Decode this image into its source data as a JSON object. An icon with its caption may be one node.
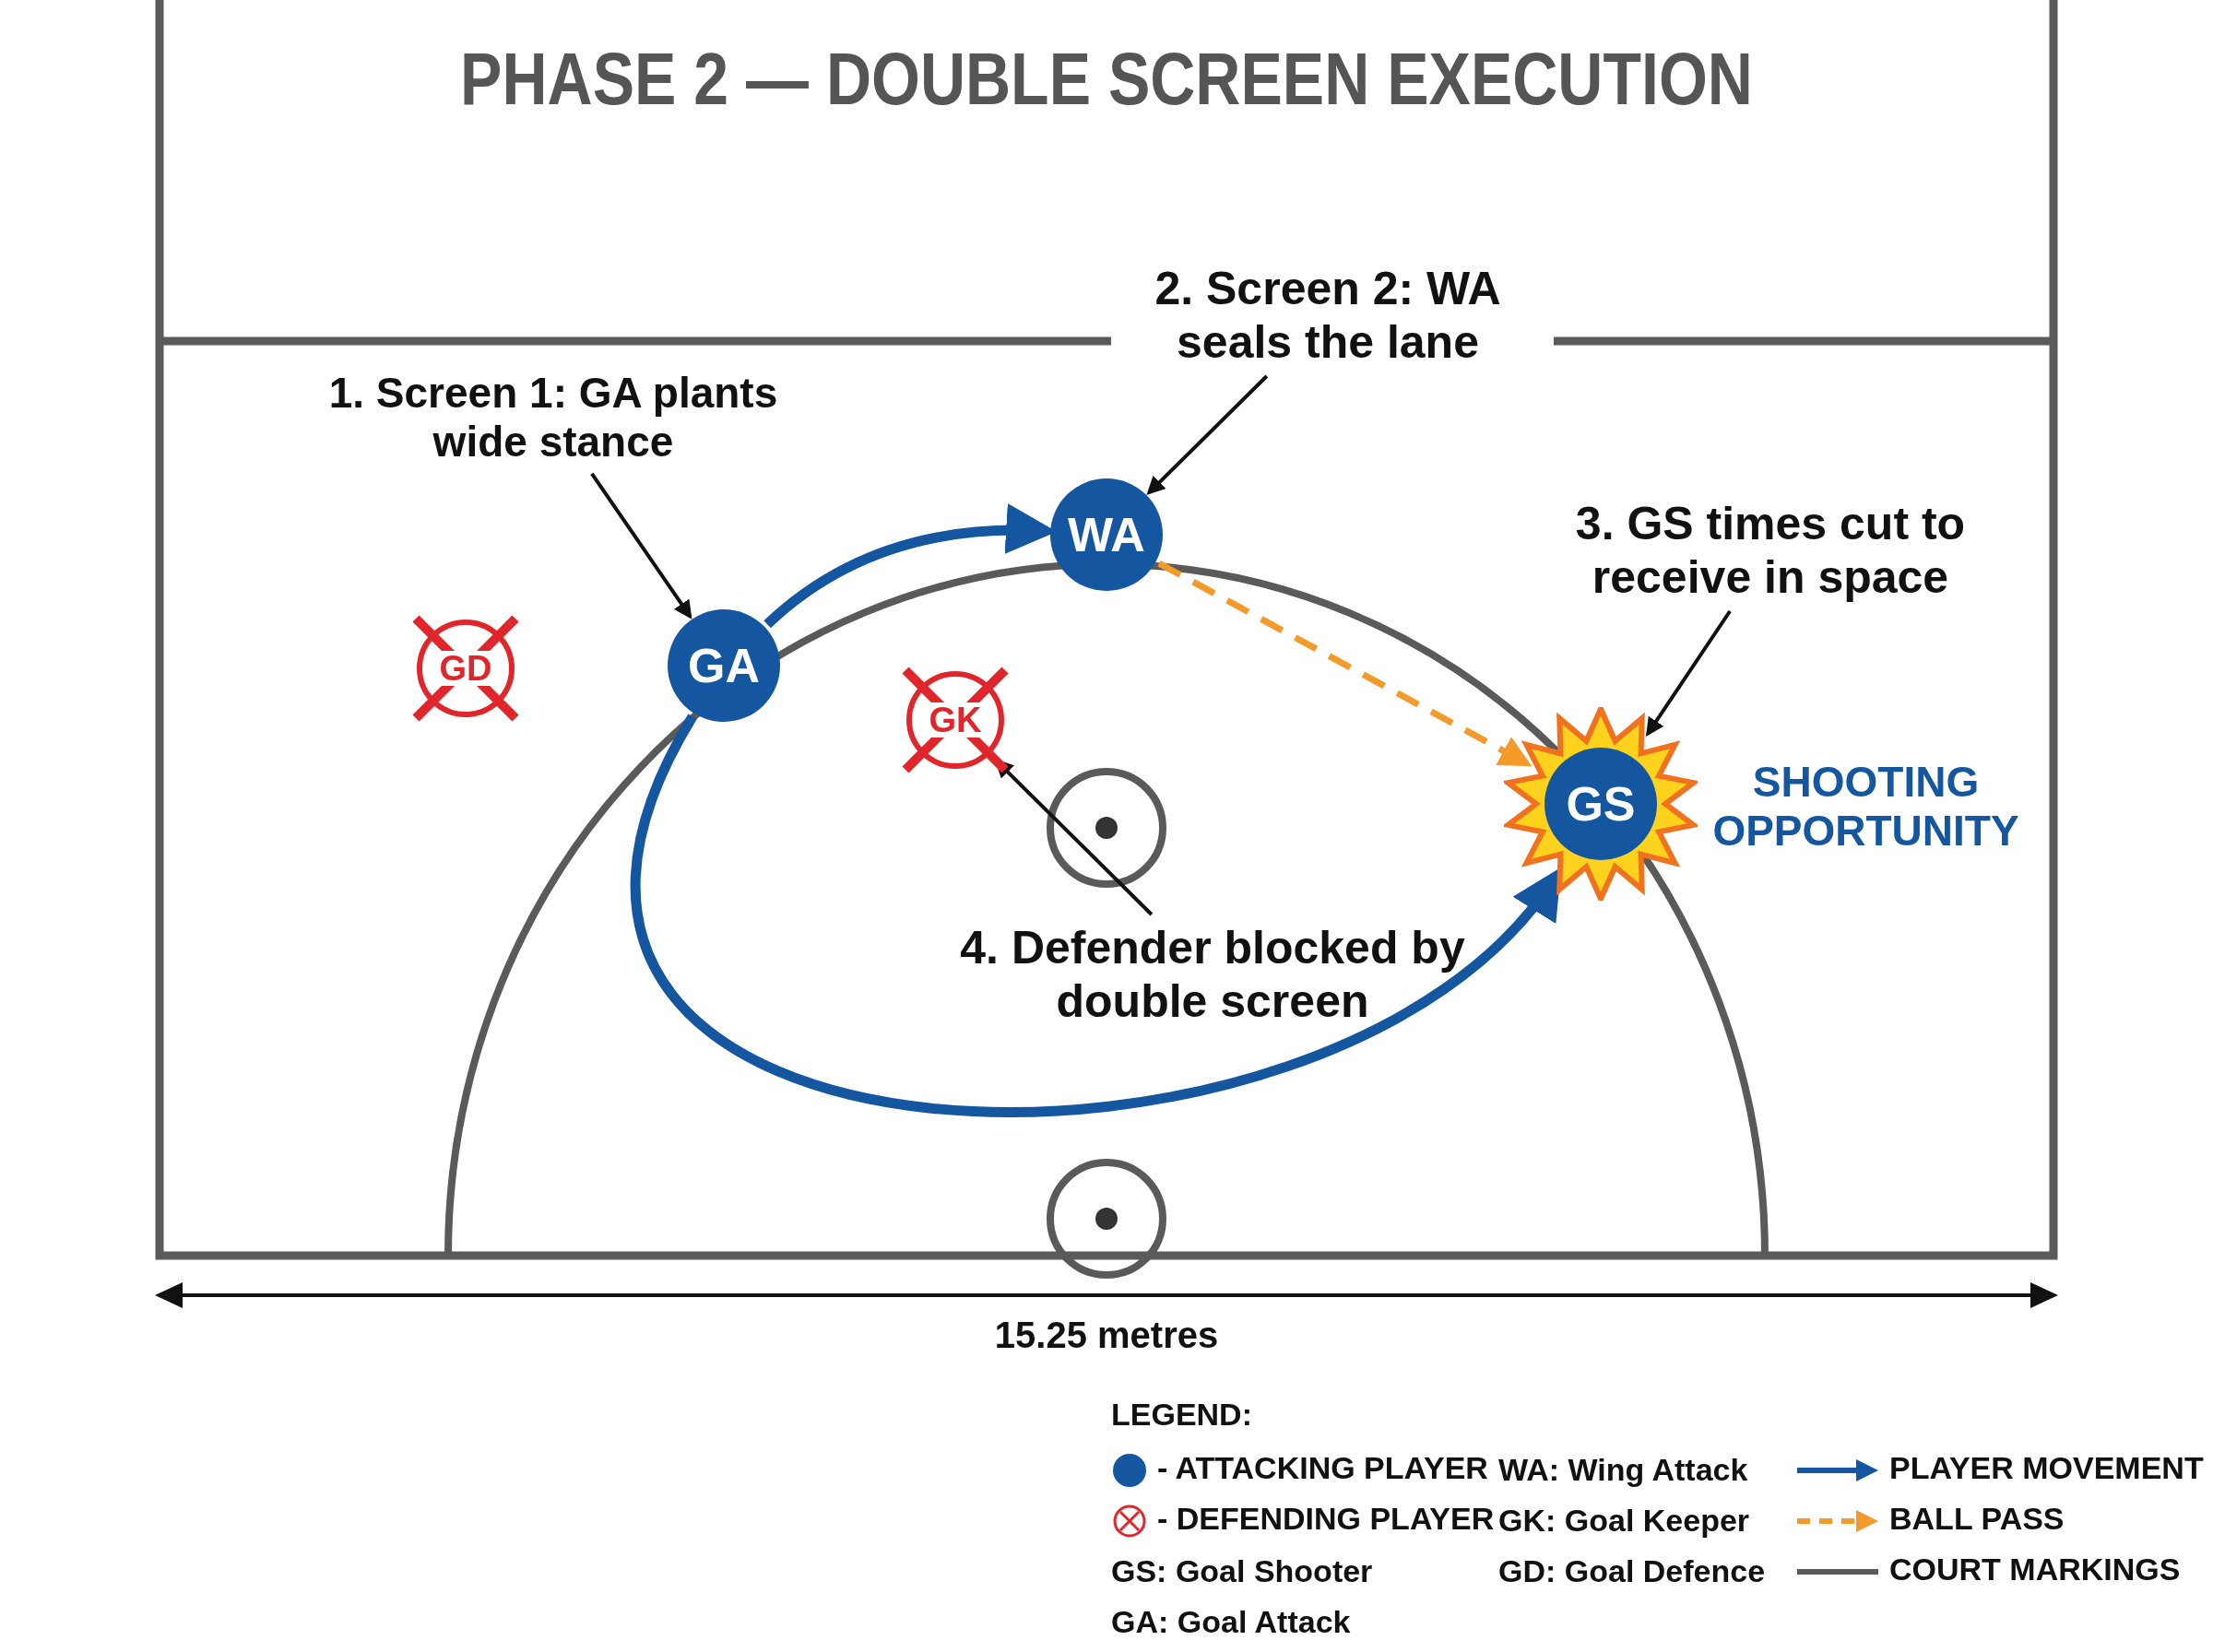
{
  "diagram": {
    "title": "PHASE 2 — DOUBLE SCREEN EXECUTION",
    "nodes": [
      {
        "text": [
          "GD"
        ]
      },
      {
        "text": [
          "GA"
        ]
      },
      {
        "text": [
          "WA"
        ]
      },
      {
        "text": [
          "GK"
        ]
      },
      {
        "text": [
          "GS"
        ],
        "beside": [
          "SHOOTING OPPORTUNITY"
        ]
      },
      {
        "text": [
          "1. Screen 1: GA plants wide stance"
        ]
      },
      {
        "text": [
          "2. Screen 2: WA seals the lane"
        ]
      },
      {
        "text": [
          "3. GS times cut to receive in space"
        ]
      },
      {
        "text": [
          "4. Defender blocked by double screen"
        ]
      }
    ],
    "edges": [
      {
        "from": 1,
        "to": 2,
        "arrow": "to",
        "style": "thick",
        "color": "#1456a0"
      },
      {
        "from": 1,
        "to": 4,
        "arrow": "to",
        "style": "thick",
        "color": "#1456a0"
      },
      {
        "from": 2,
        "to": 4,
        "arrow": "to",
        "style": "dashed",
        "color": "#f39a2b"
      },
      {
        "from": 5,
        "to": 1,
        "arrow": "to"
      },
      {
        "from": 6,
        "to": 2,
        "arrow": "to"
      },
      {
        "from": 7,
        "to": 4,
        "arrow": "to"
      },
      {
        "from": 8,
        "to": 3,
        "arrow": "to"
      }
    ],
    "labels": [
      "15.25 metres",
      "LEGEND:",
      "WA: Wing Attack",
      "GK: Goal Keeper",
      "GS: Goal Shooter",
      "GD: Goal Defence",
      "GA: Goal Attack"
    ],
    "legend": [
      {
        "text": "- ATTACKING PLAYER",
        "color": "#1456a0"
      },
      {
        "text": "- DEFENDING PLAYER"
      },
      {
        "text": "PLAYER MOVEMENT"
      },
      {
        "text": "BALL PASS"
      },
      {
        "text": "COURT MARKINGS"
      }
    ]
  }
}
